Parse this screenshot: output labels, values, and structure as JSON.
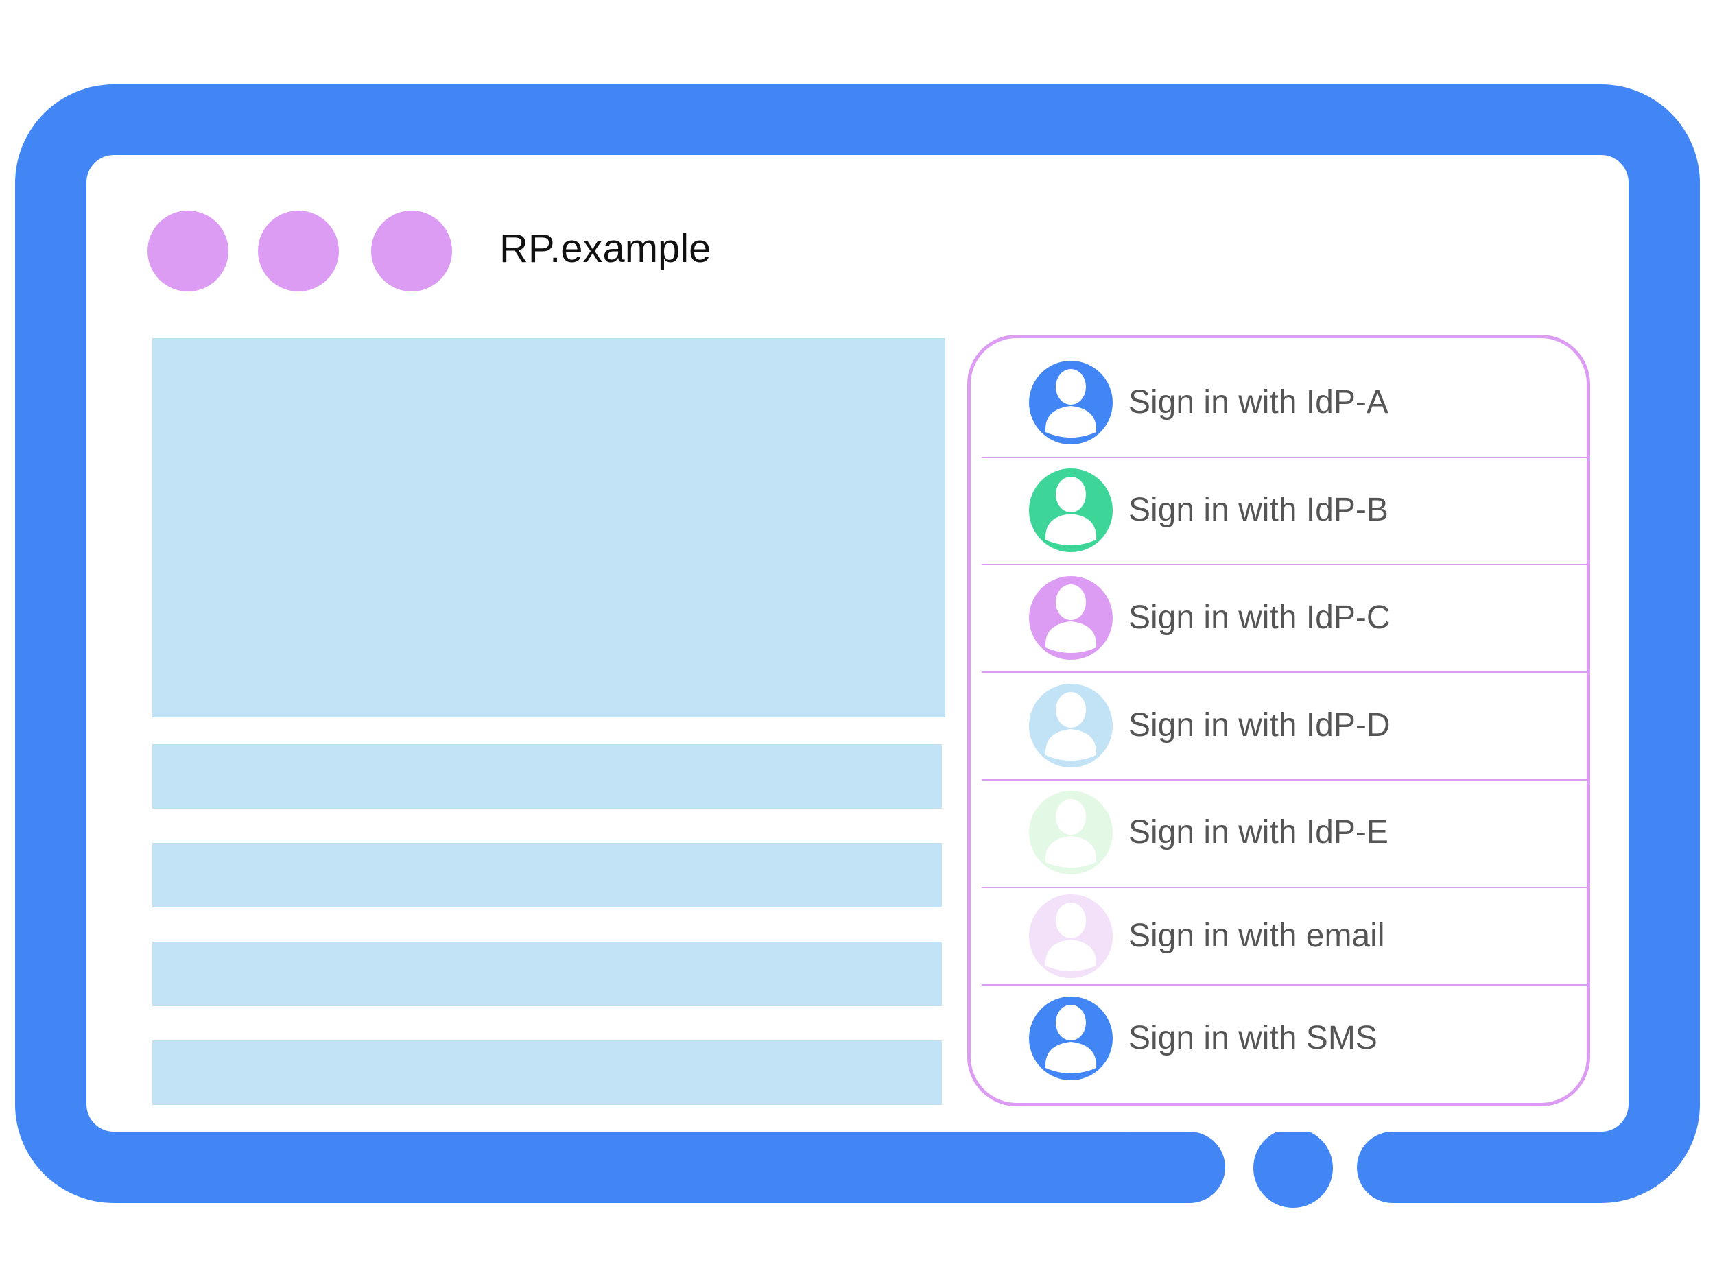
{
  "colors": {
    "frame": "#4285F4",
    "dots": "#DD9CF4",
    "placeholder": "#C2E2F5",
    "panel_border": "#DD9CF4",
    "text": "#555555"
  },
  "browser": {
    "title": "RP.example",
    "dots": [
      "#DD9CF4",
      "#DD9CF4",
      "#DD9CF4"
    ]
  },
  "signin": {
    "options": [
      {
        "label": "Sign in with IdP-A",
        "icon": "user-avatar-icon",
        "color": "#4285F4"
      },
      {
        "label": "Sign in with IdP-B",
        "icon": "user-avatar-icon",
        "color": "#3DD598"
      },
      {
        "label": "Sign in with IdP-C",
        "icon": "user-avatar-icon",
        "color": "#DD9CF4"
      },
      {
        "label": "Sign in with IdP-D",
        "icon": "user-avatar-icon",
        "color": "#C2E2F5"
      },
      {
        "label": "Sign in with IdP-E",
        "icon": "user-avatar-icon",
        "color": "#E3F9E6"
      },
      {
        "label": "Sign in with email",
        "icon": "user-avatar-icon",
        "color": "#F2E1F8"
      },
      {
        "label": "Sign in with SMS",
        "icon": "user-avatar-icon",
        "color": "#4285F4"
      }
    ]
  }
}
